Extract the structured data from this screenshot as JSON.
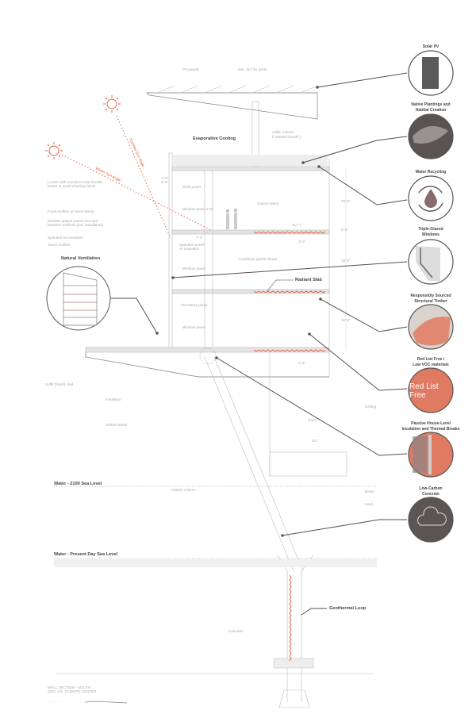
{
  "roof": {
    "pv_panels": "PV panels",
    "slt_joists": "Min. SLT for joists",
    "addl_column_1": "Addit. column",
    "addl_column_2": "if needed (transf.)"
  },
  "features": {
    "evaporative_cooling": "Evaporative Cooling",
    "natural_ventilation": "Natural Ventilation",
    "radiant_slab": "Radiant Slab",
    "geothermal_loop": "Geothermal Loop"
  },
  "sun": {
    "summer_angle": "Summer Sun Angle",
    "winter_angle": "Winter Sun Angle"
  },
  "facade_labels": [
    "Louver with mounted solar facade.",
    "Depth to avoid shading below",
    "Fixed mullion w/ wood fascia",
    "Modular glazed panel mounted",
    "between mullions (ext. installation)",
    "Spandrel w/ insulation",
    "Touch mullion"
  ],
  "panel_labels": {
    "solid": "Solid panel",
    "window": "Window panel",
    "spandrel_1": "Spandrel panel",
    "spandrel_2": "w/ insulation",
    "clerestory": "Clerestory panel"
  },
  "structure_labels": {
    "glulam_beam": "Glulam beam",
    "slt": "SLT 7",
    "cantilever": "Cantilever glulam beam",
    "soffit": "Soffit (finish) clad",
    "insulation": "Insulation",
    "glulam_beam_2": "Glulam beam",
    "glulam_column": "Glulam column",
    "ceiling": "Ceiling",
    "glass": "Glass",
    "slt_2": "SLT",
    "beam": "Beam",
    "insul": "Insul.",
    "concrete": "Concrete"
  },
  "dimensions": {
    "d1": "1'-0\"",
    "d2": "2'-6\"",
    "d3": "2'-6\"",
    "d4": "7'-0\"",
    "d5": "3'-0\"",
    "d6": "15'-0\"",
    "d7": "15'-0\"",
    "d8": "15'-0\"",
    "d9": "9'-0\"",
    "d10": "4'-6\""
  },
  "water": {
    "sea_2100": "Water - 2100 Sea Level",
    "present": "Water - Present Day Sea Level"
  },
  "title_block": {
    "line1": "WALL SECTION - SOUTH",
    "line2": "GOV. ISL. CLIMATE CENTER"
  },
  "callouts": [
    {
      "title_1": "Solar PV",
      "title_2": ""
    },
    {
      "title_1": "Native Plantings and",
      "title_2": "Habitat Creation"
    },
    {
      "title_1": "Water Recycling",
      "title_2": ""
    },
    {
      "title_1": "Triple-Glazed",
      "title_2": "Windows"
    },
    {
      "title_1": "Responsibly Sourced",
      "title_2": "Structural Timber"
    },
    {
      "title_1": "Red List Free /",
      "title_2": "Low VOC materials"
    },
    {
      "title_1": "Passive House-Level",
      "title_2": "Insulation and Thermal Breaks"
    },
    {
      "title_1": "Low-Carbon",
      "title_2": "Concrete"
    }
  ],
  "red_list_badge": {
    "line1": "Red List",
    "line2": "Free"
  },
  "colors": {
    "accent": "#e0583a",
    "dark": "#555555",
    "badge": "#e07a62"
  }
}
